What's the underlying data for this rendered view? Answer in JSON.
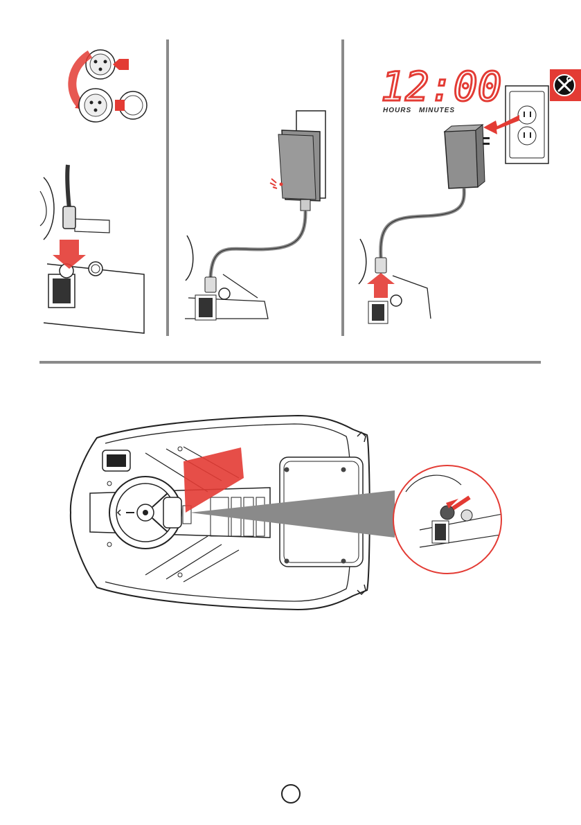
{
  "page": {
    "accent_color": "#e33b34",
    "rule_color": "#8a8a8a"
  },
  "tab": {
    "icon": "tools-icon"
  },
  "panel_3": {
    "clock_display": "12:00",
    "hours_label": "HOURS",
    "minutes_label": "MINUTES"
  },
  "footer": {
    "page_number": ""
  }
}
